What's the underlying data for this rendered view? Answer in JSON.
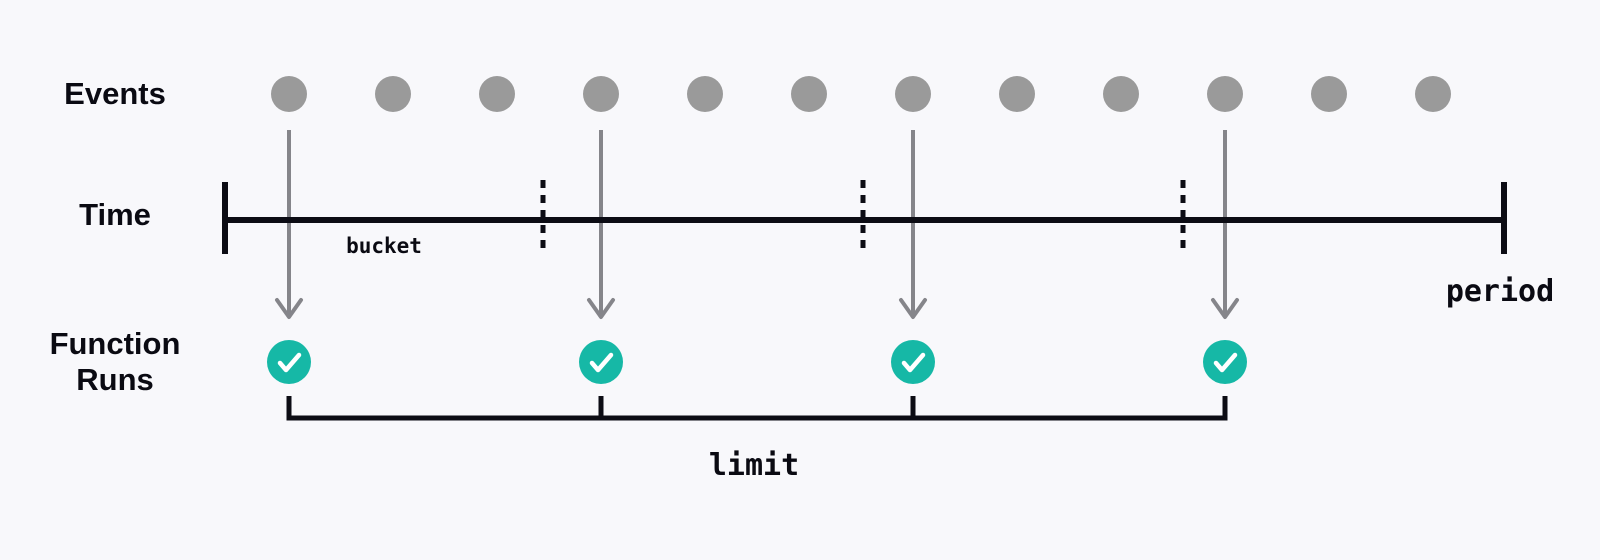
{
  "labels": {
    "events": "Events",
    "time": "Time",
    "function_runs": "Function\nRuns",
    "bucket": "bucket",
    "period": "period",
    "limit": "limit"
  },
  "diagram": {
    "type": "diagram",
    "description": "Throttling diagram: a stream of events over a time axis divided into buckets within a period; only a limited number of function runs are executed (one per bucket).",
    "event_count": 12,
    "bucket_divider_count": 3,
    "function_run_count": 4,
    "run_event_indices": [
      0,
      3,
      6,
      9
    ],
    "run_icon": "checkmark-icon",
    "colors": {
      "background": "#f8f8fb",
      "event_dot": "#9a9a9a",
      "arrow": "#85858a",
      "run_circle": "#16b8a6",
      "checkmark": "#ffffff",
      "line": "#0c0c14",
      "text": "#0a0a12"
    }
  }
}
